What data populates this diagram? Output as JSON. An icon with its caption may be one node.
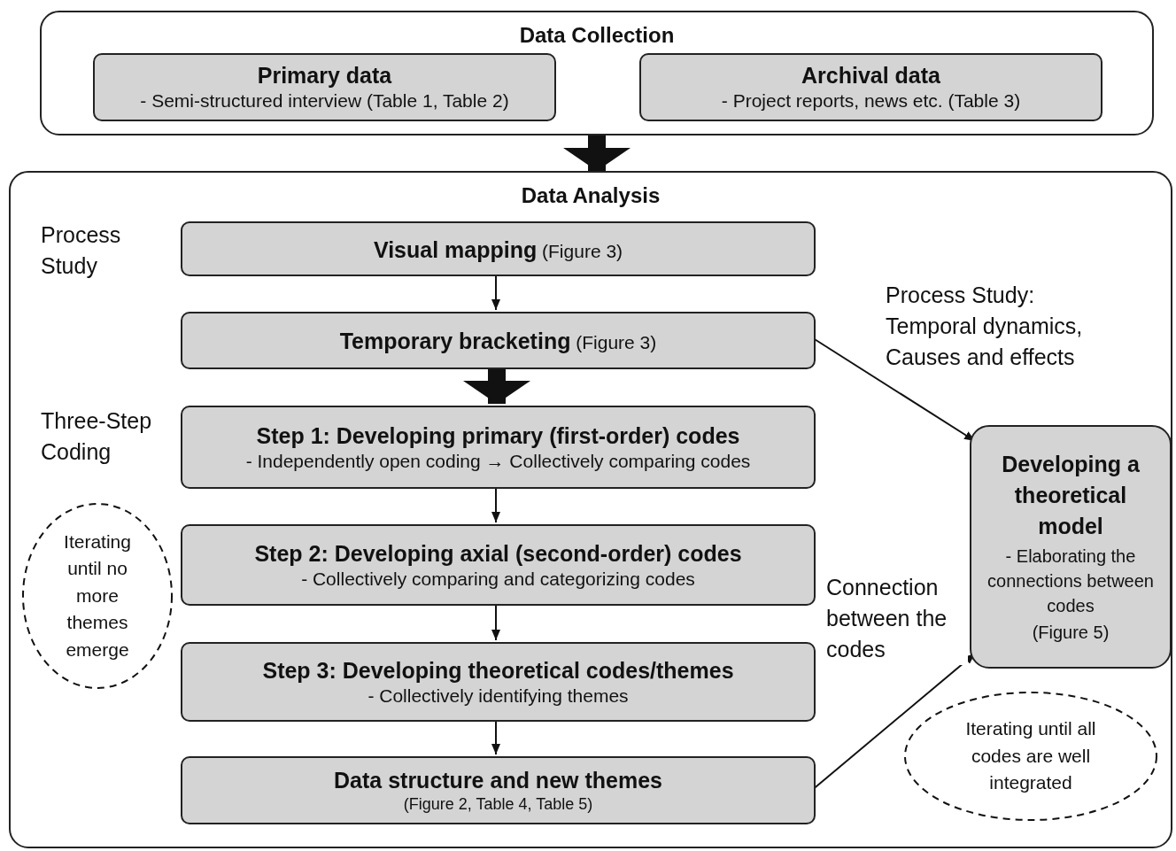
{
  "diagram": {
    "nodes": [
      {
        "text": [
          "Data Collection"
        ]
      },
      {
        "text": [
          "Primary data",
          "- Semi-structured interview (Table 1, Table 2)"
        ],
        "in": 0
      },
      {
        "text": [
          "Archival data",
          "- Project reports, news etc. (Table 3)"
        ],
        "in": 0
      },
      {
        "text": [
          "Data Analysis"
        ]
      },
      {
        "text": [
          "**Visual mapping** (Figure 3)"
        ],
        "in": 3
      },
      {
        "text": [
          "**Temporary bracketing** (Figure 3)"
        ],
        "in": 3
      },
      {
        "text": [
          "Step 1: Developing primary (first-order) codes",
          "- Independently open coding → Collectively comparing codes"
        ],
        "in": 3
      },
      {
        "text": [
          "Step 2: Developing axial (second-order) codes",
          "- Collectively comparing and categorizing codes"
        ],
        "in": 3
      },
      {
        "text": [
          "Step 3: Developing theoretical codes/themes",
          "- Collectively identifying themes"
        ],
        "in": 3
      },
      {
        "text": [
          "Data structure and new themes",
          "(Figure 2, Table 4, Table 5)"
        ],
        "in": 3
      },
      {
        "text": [
          "Developing a theoretical model",
          "- Elaborating the connections between codes",
          "(Figure 5)"
        ],
        "in": 3
      },
      {
        "text": [
          "Iterating until no more themes emerge"
        ],
        "in": 3
      },
      {
        "text": [
          "Iterating until all codes are well integrated"
        ],
        "in": 3
      }
    ],
    "edges": [
      {
        "from": 0,
        "to": 3,
        "arrow": "to",
        "style": "thick"
      },
      {
        "from": 4,
        "to": 5,
        "arrow": "to"
      },
      {
        "from": 5,
        "to": 6,
        "arrow": "to",
        "style": "thick"
      },
      {
        "from": 6,
        "to": 7,
        "arrow": "to"
      },
      {
        "from": 7,
        "to": 8,
        "arrow": "to"
      },
      {
        "from": 8,
        "to": 9,
        "arrow": "to"
      },
      {
        "from": 5,
        "to": 10,
        "arrow": "to",
        "label": "Process Study: Temporal dynamics, Causes and effects"
      },
      {
        "from": 9,
        "to": 10,
        "arrow": "to",
        "label": "Connection between the codes"
      }
    ],
    "labels": [
      "Process Study",
      "Three-Step Coding"
    ]
  }
}
